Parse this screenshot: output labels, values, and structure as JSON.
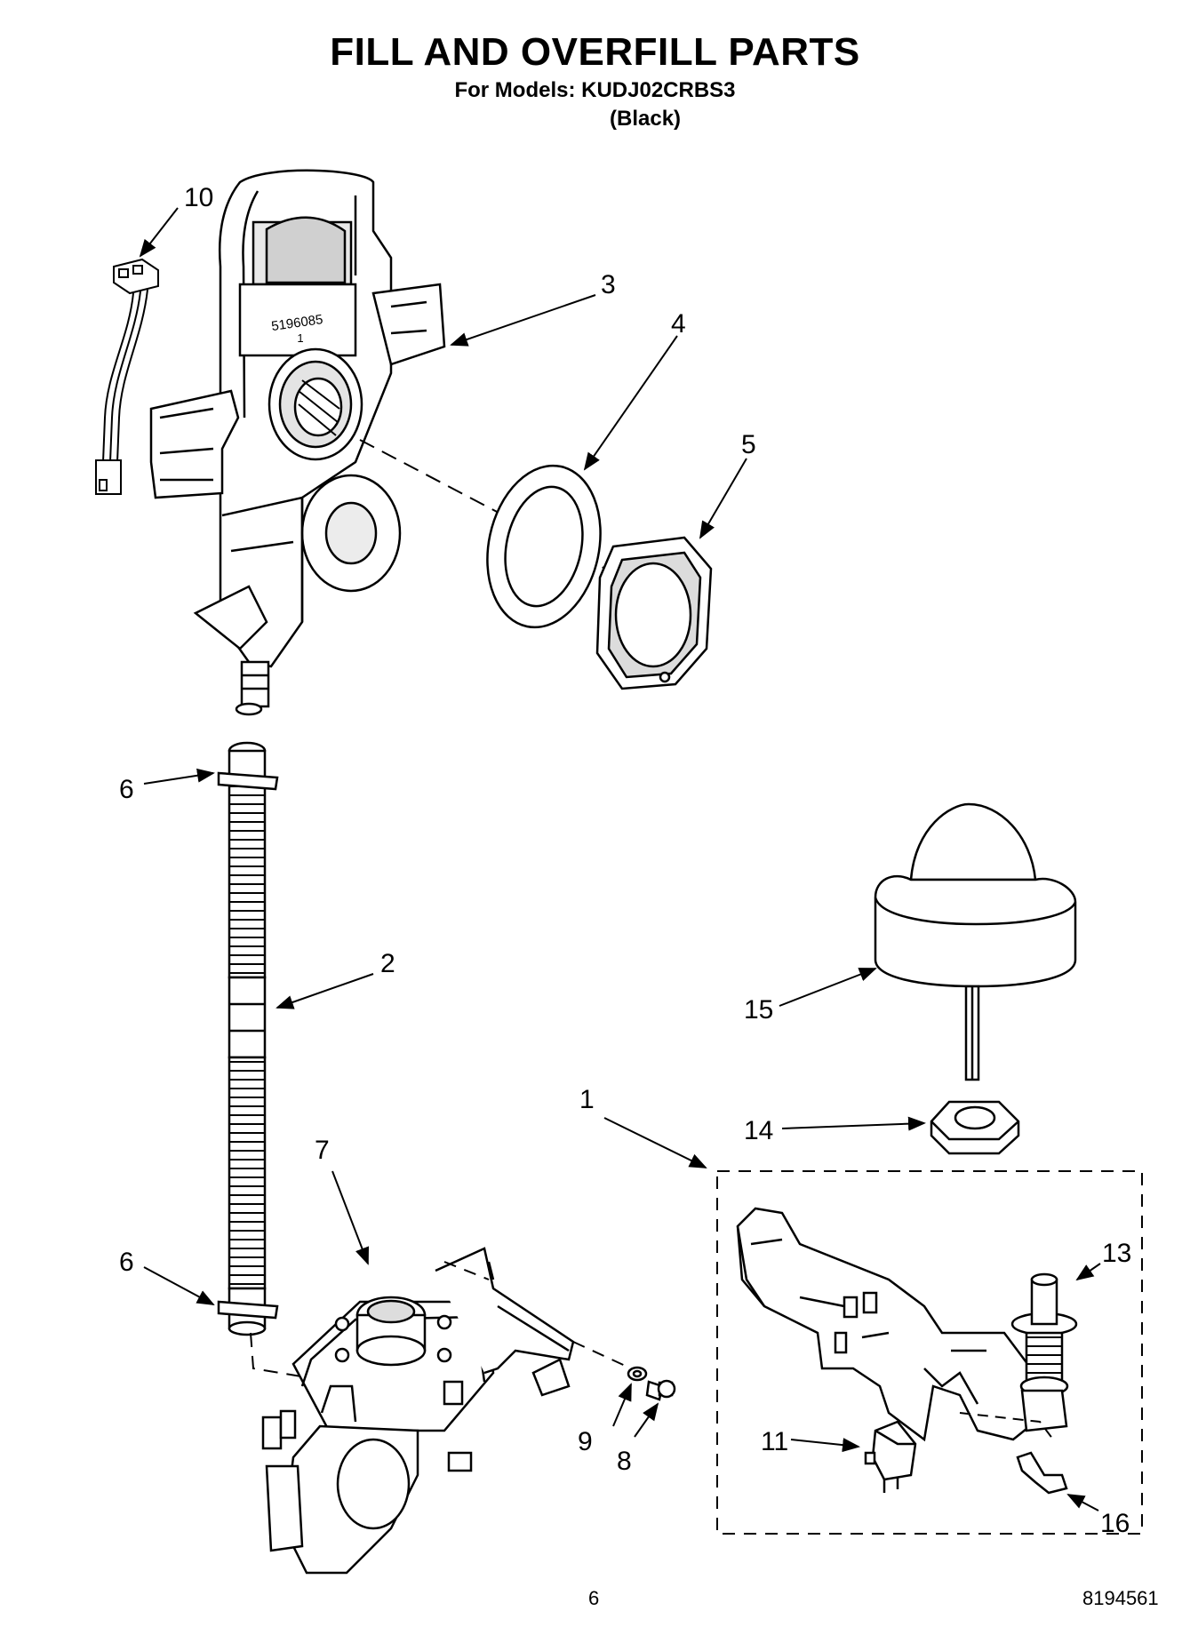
{
  "header": {
    "title": "FILL AND OVERFILL PARTS",
    "models_line": "For Models: KUDJ02CRBS3",
    "variant": "(Black)"
  },
  "callouts": {
    "c1": "1",
    "c2": "2",
    "c3": "3",
    "c4": "4",
    "c5": "5",
    "c6a": "6",
    "c6b": "6",
    "c7": "7",
    "c8": "8",
    "c9": "9",
    "c10": "10",
    "c11": "11",
    "c13": "13",
    "c14": "14",
    "c15": "15",
    "c16": "16"
  },
  "part_text": {
    "housing_stamp_1": "5196085",
    "housing_stamp_2": "1"
  },
  "footer": {
    "page_number": "6",
    "document_number": "8194561"
  }
}
